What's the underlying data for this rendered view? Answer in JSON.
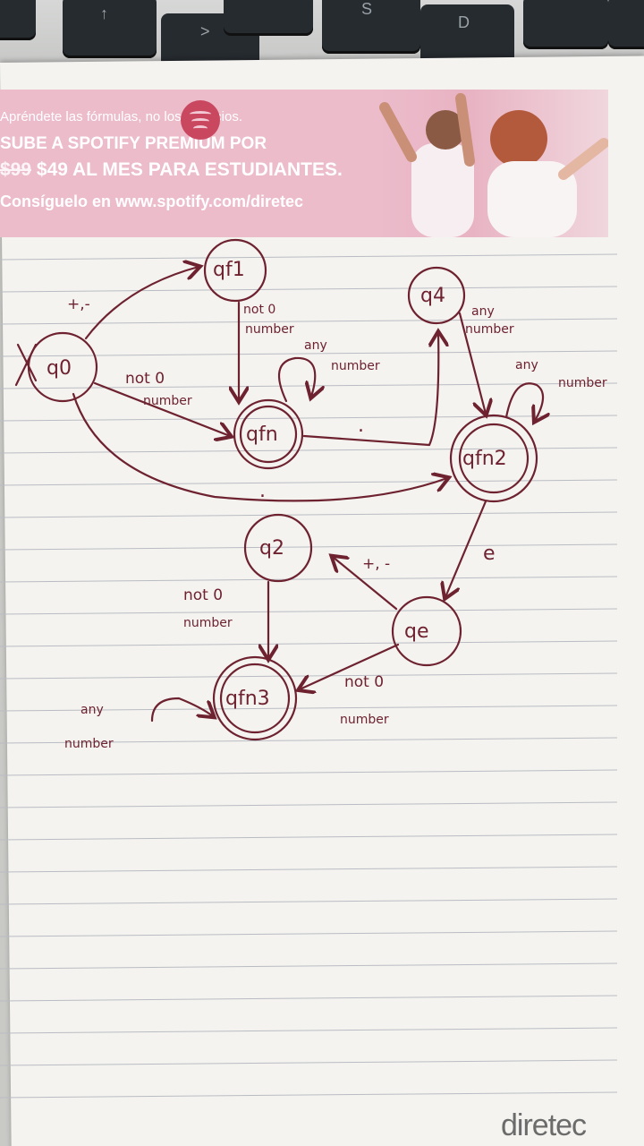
{
  "keyboard": {
    "keys": [
      "↑",
      ">",
      "S",
      "D"
    ]
  },
  "ad": {
    "line1": "Apréndete las fórmulas, no los anuncios.",
    "line2": "SUBE A SPOTIFY PREMIUM POR",
    "line3_old": "$99",
    "line3": "$49 AL MES PARA ESTUDIANTES.",
    "line4": "Consíguelo en www.spotify.com/diretec"
  },
  "states": {
    "q0": "q0",
    "qf1": "qf1",
    "q4": "q4",
    "qfn": "qfn",
    "qfn2": "qfn2",
    "q2": "q2",
    "qe": "qe",
    "qfn3": "qfn3"
  },
  "transitions": {
    "q0_qf1": "+,-",
    "qf1_qfn_a": "not 0",
    "qf1_qfn_b": "number",
    "q0_qfn_a": "not 0",
    "q0_qfn_b": "number",
    "qfn_loop_a": "any",
    "qfn_loop_b": "number",
    "qfn_dot": ".",
    "q0_dot": ".",
    "q4_a": "any",
    "q4_b": "number",
    "qfn2_loop_a": "any",
    "qfn2_loop_b": "number",
    "qfn2_qe": "e",
    "qe_q2": "+, -",
    "q2_qfn3_a": "not 0",
    "q2_qfn3_b": "number",
    "qe_qfn3_a": "not 0",
    "qe_qfn3_b": "number",
    "qfn3_loop_a": "any",
    "qfn3_loop_b": "number"
  },
  "brand": "diretec"
}
